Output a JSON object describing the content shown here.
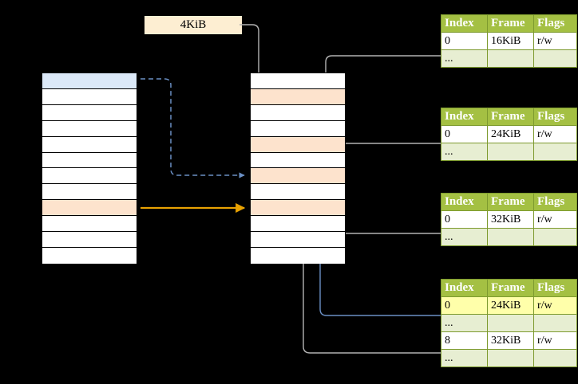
{
  "diagram": {
    "title_label": "4KiB",
    "page_size_box": {
      "text": "4KiB",
      "bg": "#fdeed2"
    },
    "colors": {
      "header_green": "#a4c043",
      "row_alt_green": "#e7eed2",
      "highlight_yellow": "#ffffaa",
      "blue_row": "#dce9f8",
      "peach_row": "#fde3cd",
      "blue_arrow": "#6a8fc4",
      "orange_arrow": "#e8a202",
      "gray_arrow": "#b3b3b3"
    },
    "left_column": {
      "name": "virtual-address-space",
      "rows": [
        {
          "fill": "#dce9f8",
          "label": ""
        },
        {
          "fill": "#ffffff",
          "label": ""
        },
        {
          "fill": "#ffffff",
          "label": ""
        },
        {
          "fill": "#ffffff",
          "label": ""
        },
        {
          "fill": "#ffffff",
          "label": ""
        },
        {
          "fill": "#ffffff",
          "label": ""
        },
        {
          "fill": "#ffffff",
          "label": ""
        },
        {
          "fill": "#ffffff",
          "label": ""
        },
        {
          "fill": "#fde3cd",
          "label": ""
        },
        {
          "fill": "#ffffff",
          "label": ""
        },
        {
          "fill": "#ffffff",
          "label": ""
        },
        {
          "fill": "#ffffff",
          "label": ""
        }
      ]
    },
    "middle_column": {
      "name": "physical-address-space",
      "rows": [
        {
          "fill": "#ffffff",
          "label": ""
        },
        {
          "fill": "#fde3cd",
          "label": ""
        },
        {
          "fill": "#ffffff",
          "label": ""
        },
        {
          "fill": "#ffffff",
          "label": ""
        },
        {
          "fill": "#fde3cd",
          "label": ""
        },
        {
          "fill": "#ffffff",
          "label": ""
        },
        {
          "fill": "#fde3cd",
          "label": ""
        },
        {
          "fill": "#ffffff",
          "label": ""
        },
        {
          "fill": "#fde3cd",
          "label": ""
        },
        {
          "fill": "#ffffff",
          "label": ""
        },
        {
          "fill": "#ffffff",
          "label": ""
        },
        {
          "fill": "#ffffff",
          "label": ""
        }
      ]
    },
    "tables": [
      {
        "name": "page-table-1",
        "headers": [
          "Index",
          "Frame",
          "Flags"
        ],
        "rows": [
          {
            "cells": [
              "0",
              "16KiB",
              "r/w"
            ],
            "style": "plain"
          },
          {
            "cells": [
              "...",
              "",
              ""
            ],
            "style": "alt"
          }
        ]
      },
      {
        "name": "page-table-2",
        "headers": [
          "Index",
          "Frame",
          "Flags"
        ],
        "rows": [
          {
            "cells": [
              "0",
              "24KiB",
              "r/w"
            ],
            "style": "plain"
          },
          {
            "cells": [
              "...",
              "",
              ""
            ],
            "style": "alt"
          }
        ]
      },
      {
        "name": "page-table-3",
        "headers": [
          "Index",
          "Frame",
          "Flags"
        ],
        "rows": [
          {
            "cells": [
              "0",
              "32KiB",
              "r/w"
            ],
            "style": "plain"
          },
          {
            "cells": [
              "...",
              "",
              ""
            ],
            "style": "alt"
          }
        ]
      },
      {
        "name": "page-table-4",
        "headers": [
          "Index",
          "Frame",
          "Flags"
        ],
        "rows": [
          {
            "cells": [
              "0",
              "24KiB",
              "r/w"
            ],
            "style": "highlight"
          },
          {
            "cells": [
              "...",
              "",
              ""
            ],
            "style": "alt"
          },
          {
            "cells": [
              "8",
              "32KiB",
              "r/w"
            ],
            "style": "plain"
          },
          {
            "cells": [
              "...",
              "",
              ""
            ],
            "style": "alt"
          }
        ]
      }
    ]
  }
}
